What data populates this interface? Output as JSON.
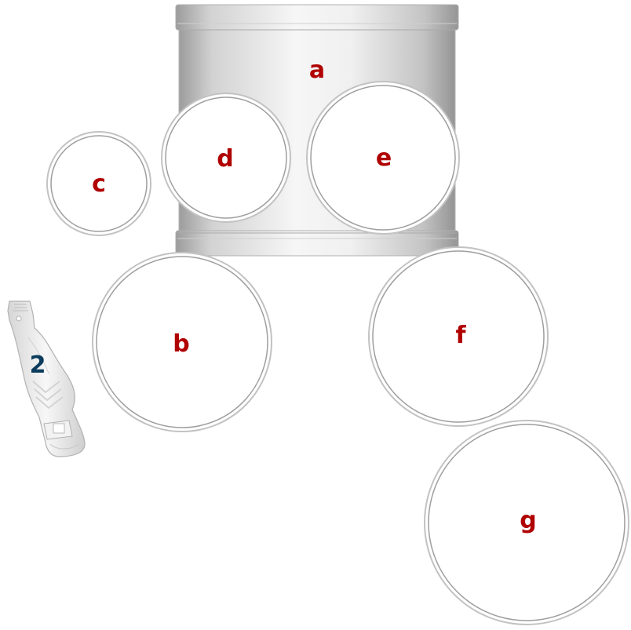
{
  "colors": {
    "label": "#b00000",
    "pedal_label": "#0b3c5d",
    "head_fill": "#ffffff",
    "rim": "#b8b8b8",
    "shell_light": "#f4f4f4",
    "shell_dark": "#a8a8a8"
  },
  "drums": {
    "a": {
      "label": "a"
    },
    "b": {
      "label": "b"
    },
    "c": {
      "label": "c"
    },
    "d": {
      "label": "d"
    },
    "e": {
      "label": "e"
    },
    "f": {
      "label": "f"
    },
    "g": {
      "label": "g"
    }
  },
  "pedal": {
    "icon": "kick-pedal-icon",
    "label": "2"
  }
}
